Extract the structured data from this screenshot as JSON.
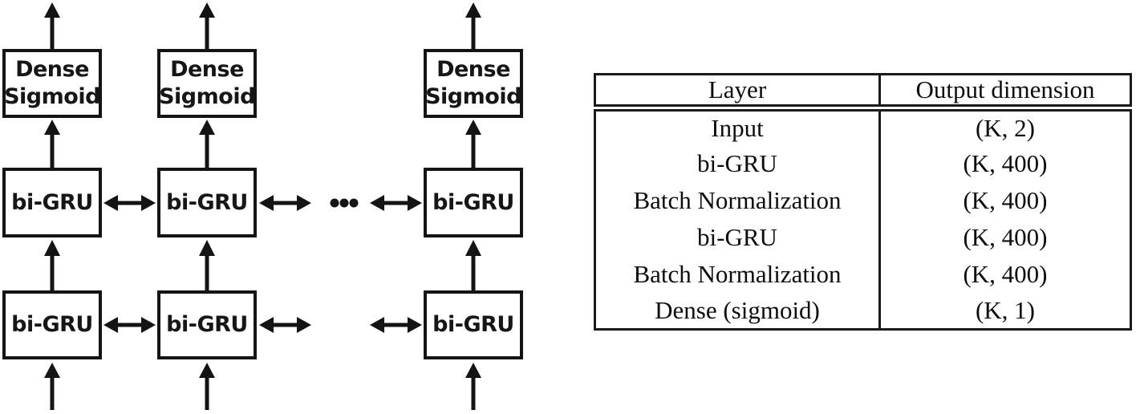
{
  "diagram": {
    "dense_box": {
      "line1": "Dense",
      "line2": "Sigmoid"
    },
    "bigru_label": "bi-GRU",
    "icons": {
      "up_arrow": "↑",
      "bidirectional_arrow": "↔",
      "ellipsis": "•••"
    }
  },
  "table": {
    "headers": [
      "Layer",
      "Output dimension"
    ],
    "rows": [
      [
        "Input",
        "(K, 2)"
      ],
      [
        "bi-GRU",
        "(K, 400)"
      ],
      [
        "Batch Normalization",
        "(K, 400)"
      ],
      [
        "bi-GRU",
        "(K, 400)"
      ],
      [
        "Batch Normalization",
        "(K, 400)"
      ],
      [
        "Dense (sigmoid)",
        "(K, 1)"
      ]
    ]
  },
  "colors": {
    "ink": "#141414",
    "background": "#ffffff"
  }
}
